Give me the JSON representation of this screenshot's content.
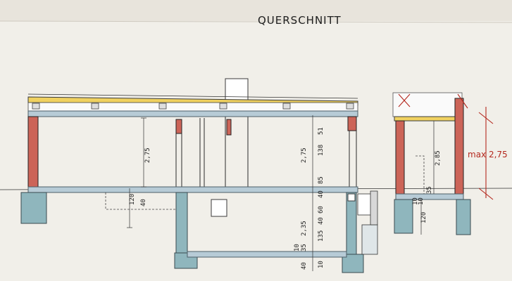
{
  "title": "QUERSCHNITT",
  "dims": {
    "left_height": "2,75",
    "left_120": "120",
    "left_40": "40",
    "mid_51": "51",
    "mid_138": "138",
    "mid_275": "2,75",
    "mid_85": "85",
    "mid_40": "40",
    "mid_60": "60",
    "mid_40b": "40",
    "mid_235": "2,35",
    "mid_135": "135",
    "low_10a": "10",
    "low_35": "35",
    "low_40": "40",
    "low_10b": "10",
    "right_285": "2,85",
    "right_35": "35",
    "right_10a": "10",
    "right_10b": "10",
    "right_120": "120",
    "max_label": "max 2,75"
  },
  "colors": {
    "wall_red": "#cc6458",
    "roof_yellow": "#f0d160",
    "slab_blue": "#b7cbd6",
    "foundation": "#8fb6bd",
    "markup_red": "#b4281e"
  }
}
